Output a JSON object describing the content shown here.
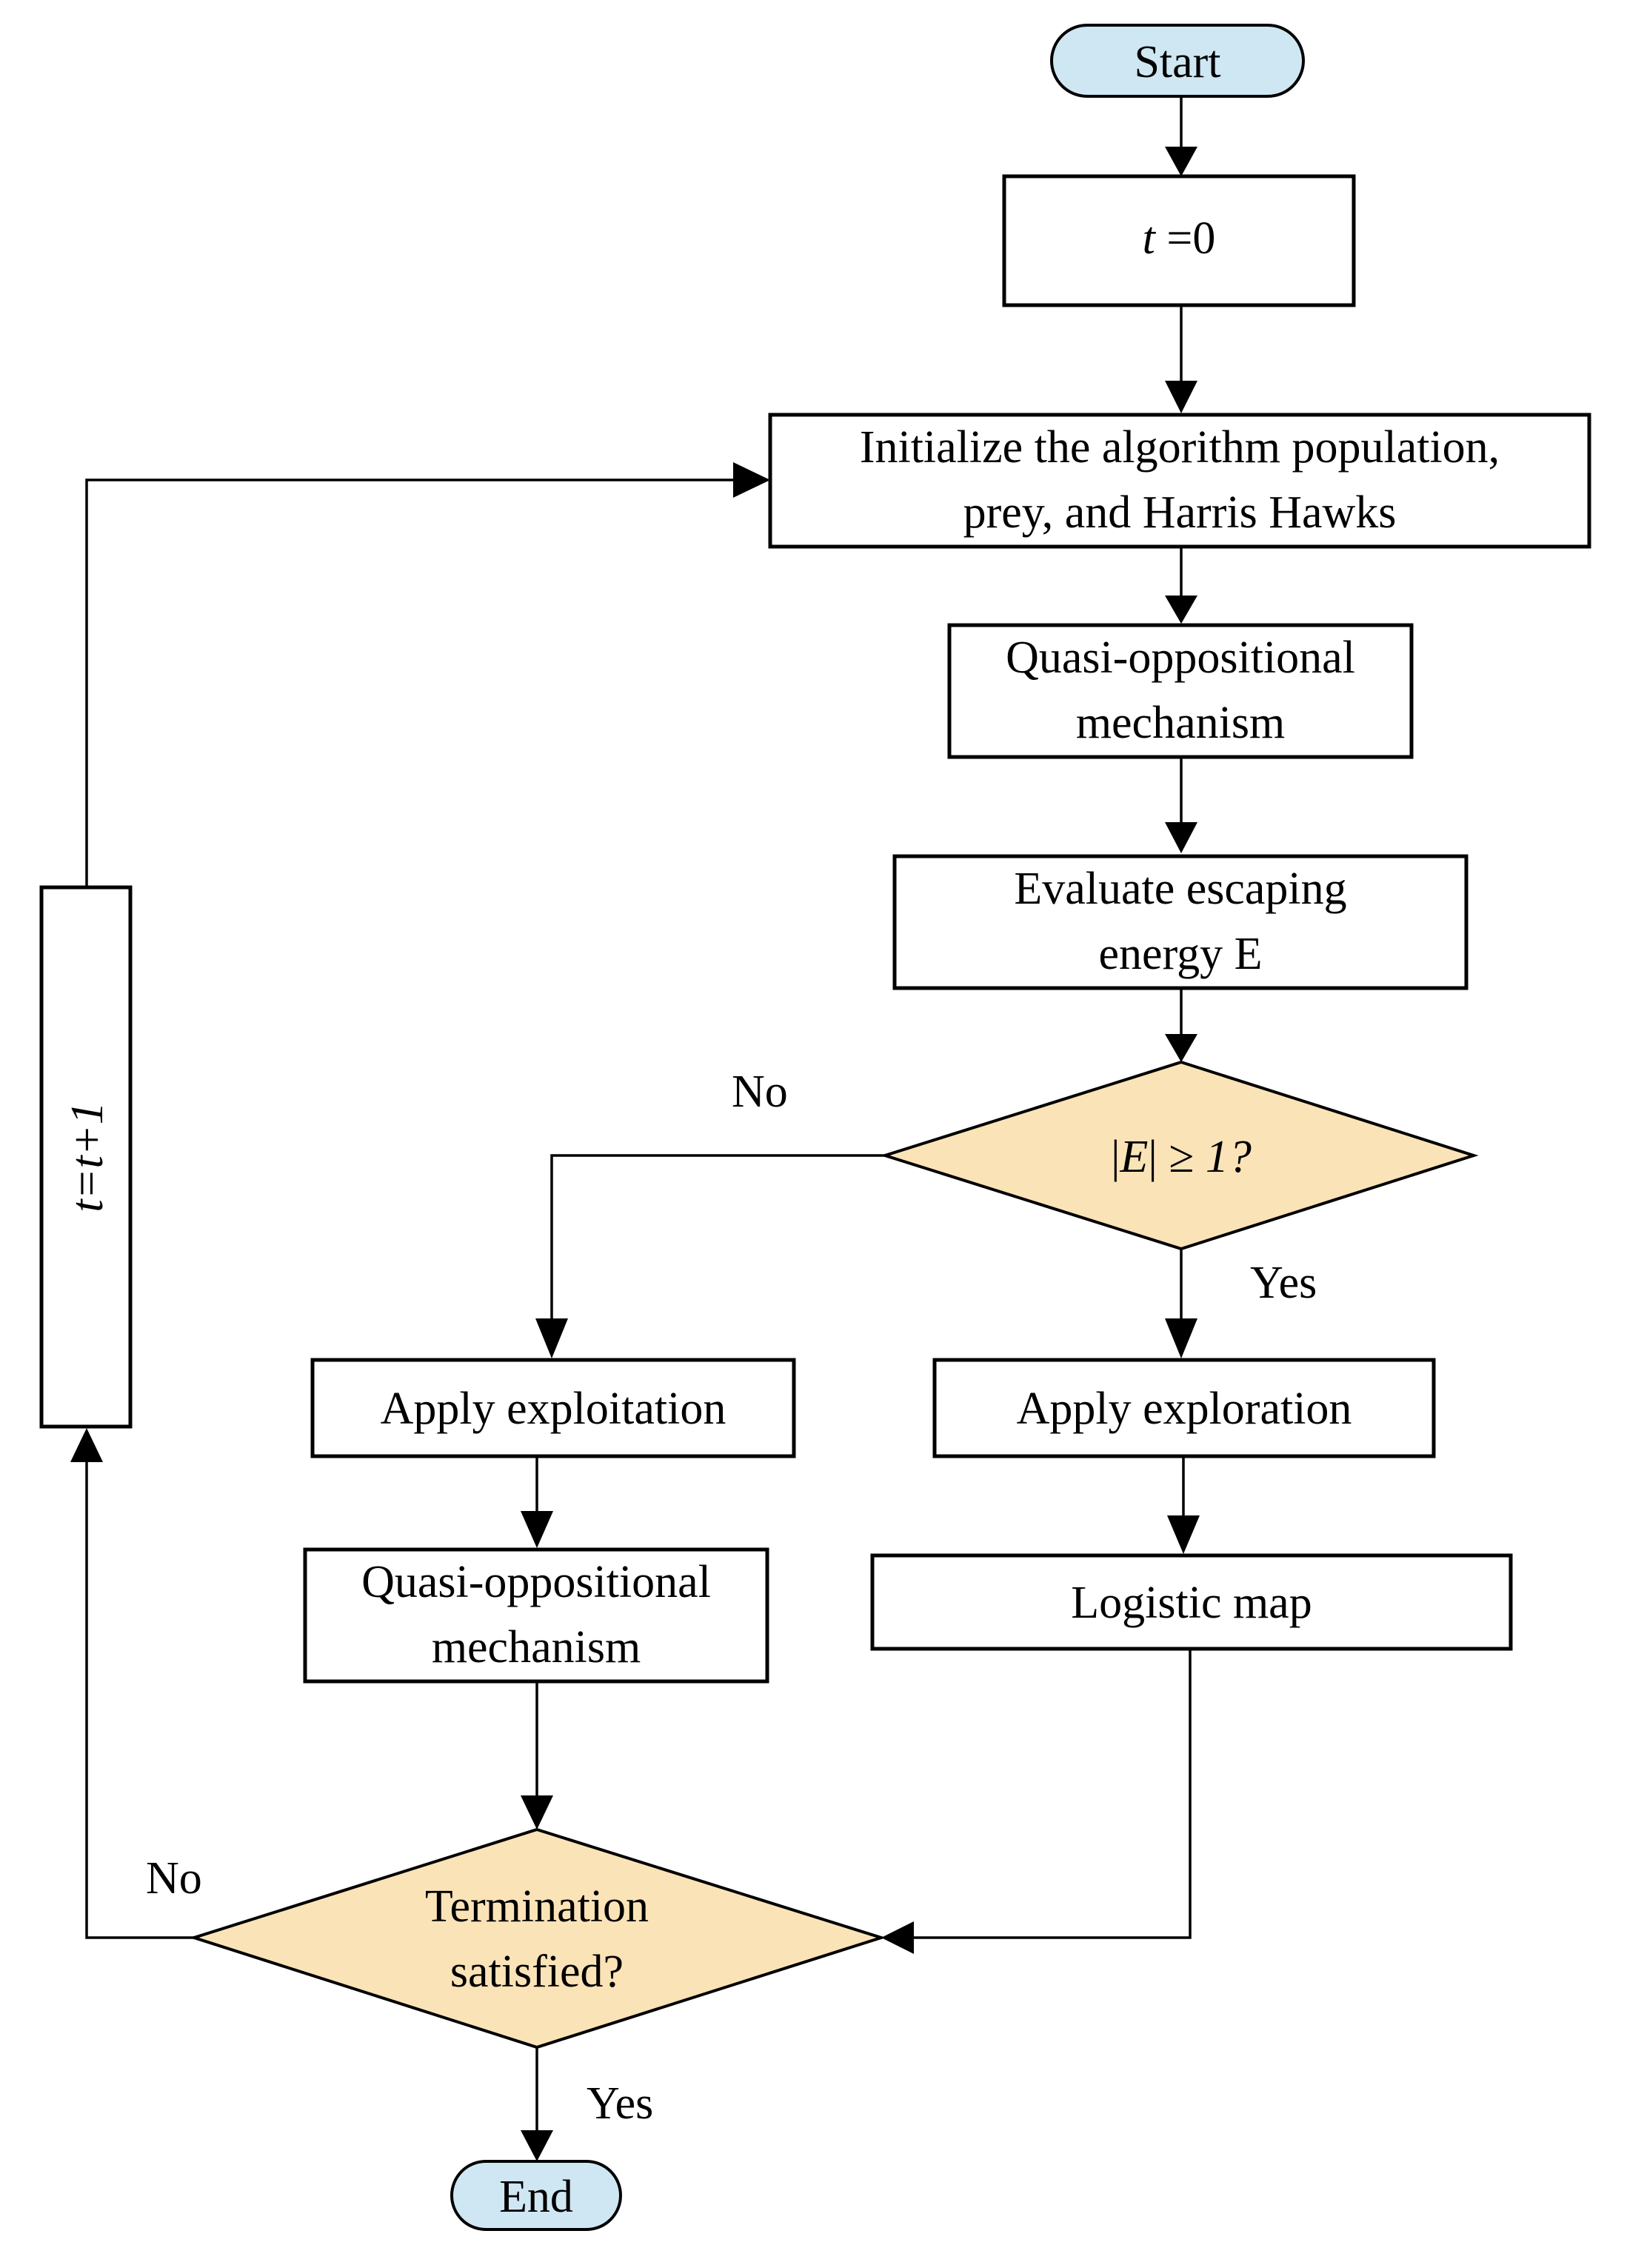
{
  "colors": {
    "terminal_fill": "#cfe7f2",
    "decision_fill": "#fbe3b8",
    "process_fill": "#ffffff",
    "line": "#000000"
  },
  "nodes": {
    "start": "Start",
    "t_init": {
      "var": "t",
      "rest": " =0"
    },
    "initialize": {
      "line1": "Initialize the algorithm population,",
      "line2": "prey, and Harris Hawks"
    },
    "quasi_top": {
      "line1": "Quasi-oppositional",
      "line2": "mechanism"
    },
    "evaluate": {
      "line1": "Evaluate escaping",
      "line2": "energy E"
    },
    "energy_check": {
      "bar_left": "|",
      "var": "E",
      "bar_right": "|",
      "op": " ≥ ",
      "rest": "1?"
    },
    "exploitation": "Apply exploitation",
    "exploration": "Apply exploration",
    "quasi_bottom": {
      "line1": "Quasi-oppositional",
      "line2": "mechanism"
    },
    "logistic": "Logistic map",
    "termination": {
      "line1": "Termination",
      "line2": "satisfied?"
    },
    "end": "End",
    "increment": "t=t+1"
  },
  "edge_labels": {
    "energy_no": "No",
    "energy_yes": "Yes",
    "termination_no": "No",
    "termination_yes": "Yes"
  }
}
